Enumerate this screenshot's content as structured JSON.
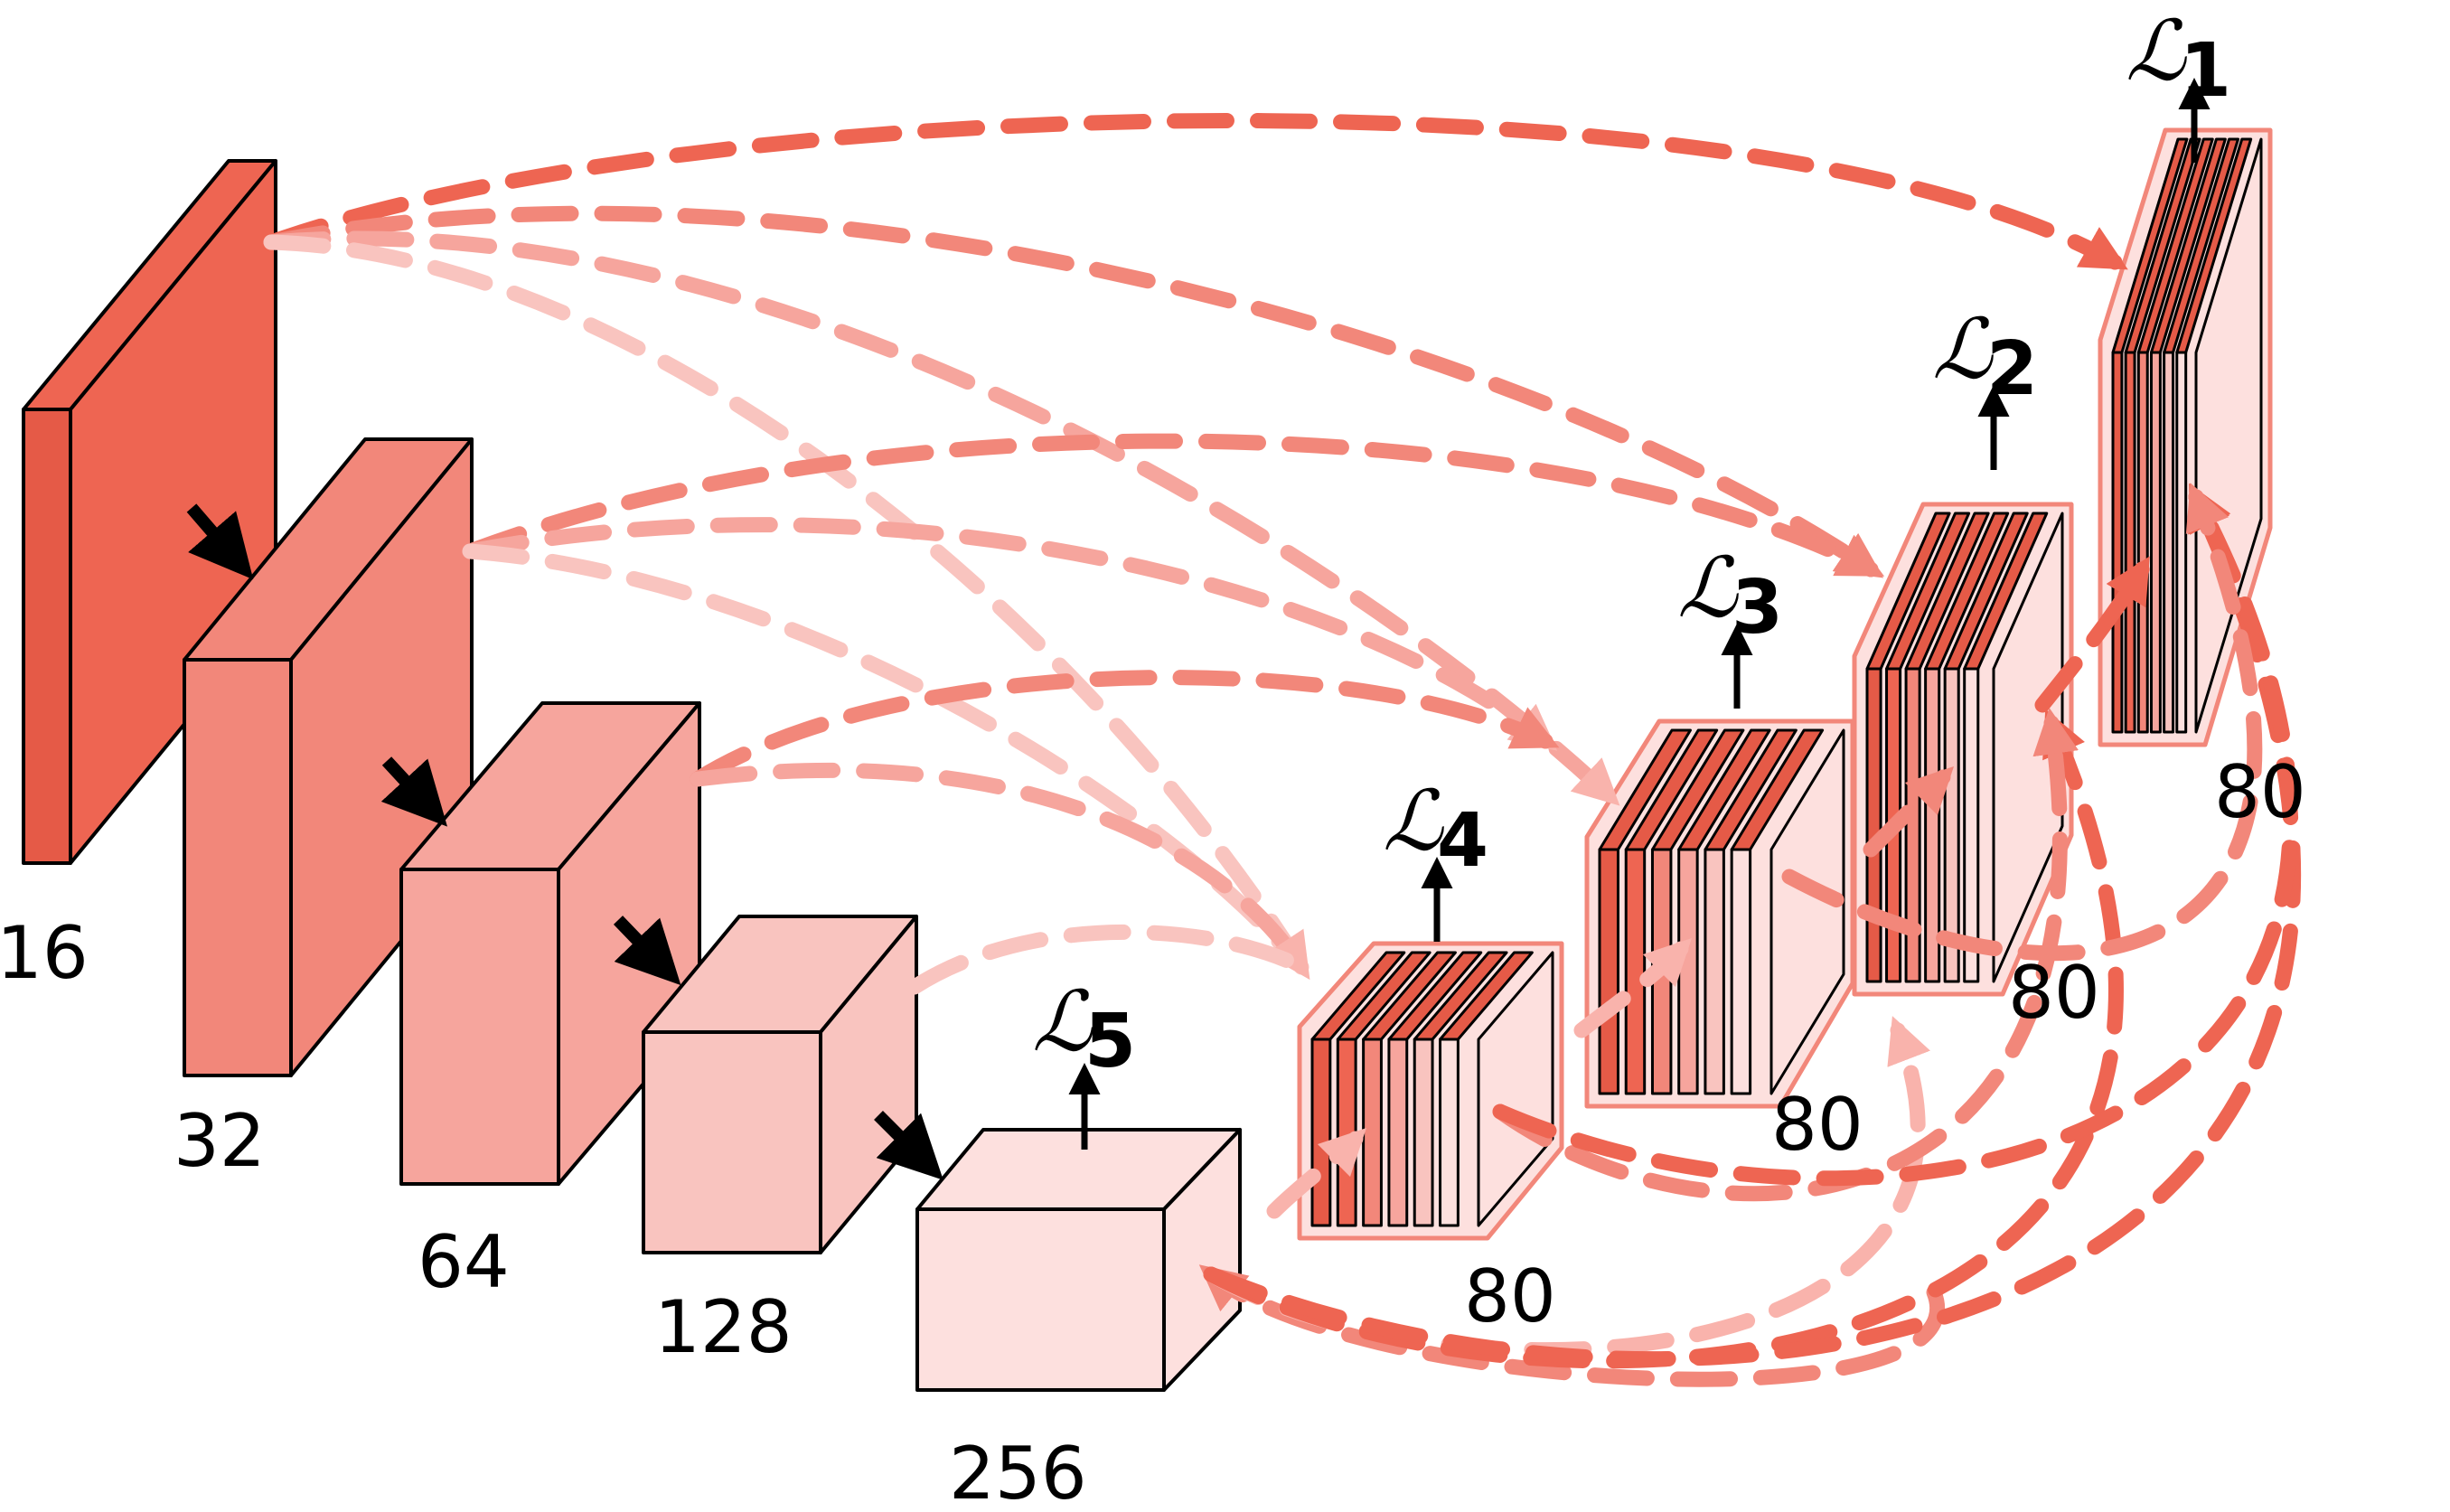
{
  "encoder": {
    "stages": [
      {
        "id": "e1",
        "label": "16",
        "color": "#ee6552"
      },
      {
        "id": "e2",
        "label": "32",
        "color": "#f2877a"
      },
      {
        "id": "e3",
        "label": "64",
        "color": "#f6a59d"
      },
      {
        "id": "e4",
        "label": "128",
        "color": "#f9c4bf"
      },
      {
        "id": "e5",
        "label": "256",
        "color": "#fde0de"
      }
    ]
  },
  "decoder": {
    "stages": [
      {
        "id": "d4",
        "label": "80"
      },
      {
        "id": "d3",
        "label": "80"
      },
      {
        "id": "d2",
        "label": "80"
      },
      {
        "id": "d1",
        "label": "80"
      }
    ]
  },
  "losses": [
    {
      "id": "L1",
      "symbol": "ℒ",
      "sub": "1"
    },
    {
      "id": "L2",
      "symbol": "ℒ",
      "sub": "2"
    },
    {
      "id": "L3",
      "symbol": "ℒ",
      "sub": "3"
    },
    {
      "id": "L4",
      "symbol": "ℒ",
      "sub": "4"
    },
    {
      "id": "L5",
      "symbol": "ℒ",
      "sub": "5"
    }
  ],
  "colors": {
    "accent": "#ee6552",
    "strong_link": "#ee6552",
    "mid_link": "#f2877a",
    "light_link": "#f9b3ac",
    "decoder_face": "#fde0de",
    "decoder_border": "#f2877a",
    "arrow": "#000000"
  },
  "icons": [
    "down-arrow-icon",
    "up-arrow-icon",
    "dashed-arrow-icon"
  ]
}
